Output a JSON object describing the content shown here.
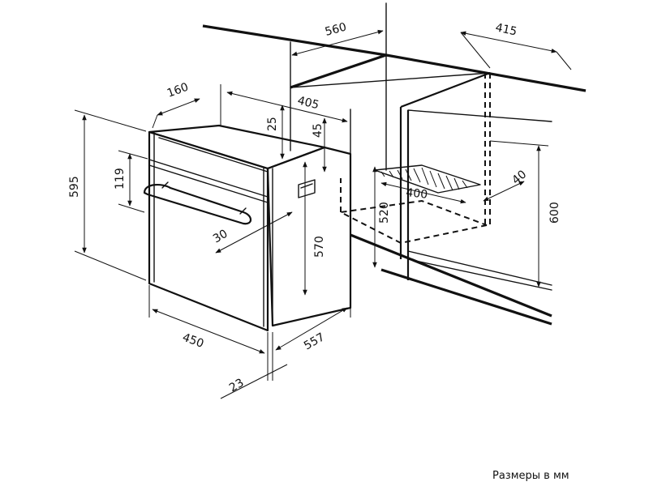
{
  "dimensions": {
    "cabinet_top_depth": "560",
    "cabinet_top_width": "415",
    "oven_top_depth": "160",
    "niche_width_top": "405",
    "top_offset_25": "25",
    "top_offset_45": "45",
    "oven_height": "595",
    "panel_height": "119",
    "handle_offset": "30",
    "niche_depth_520": "520",
    "oven_body_height": "570",
    "niche_depth_400": "400",
    "vent_depth": "40",
    "niche_height": "600",
    "oven_width": "450",
    "oven_depth": "557",
    "front_thickness": "23"
  },
  "units_note": "Размеры в мм"
}
